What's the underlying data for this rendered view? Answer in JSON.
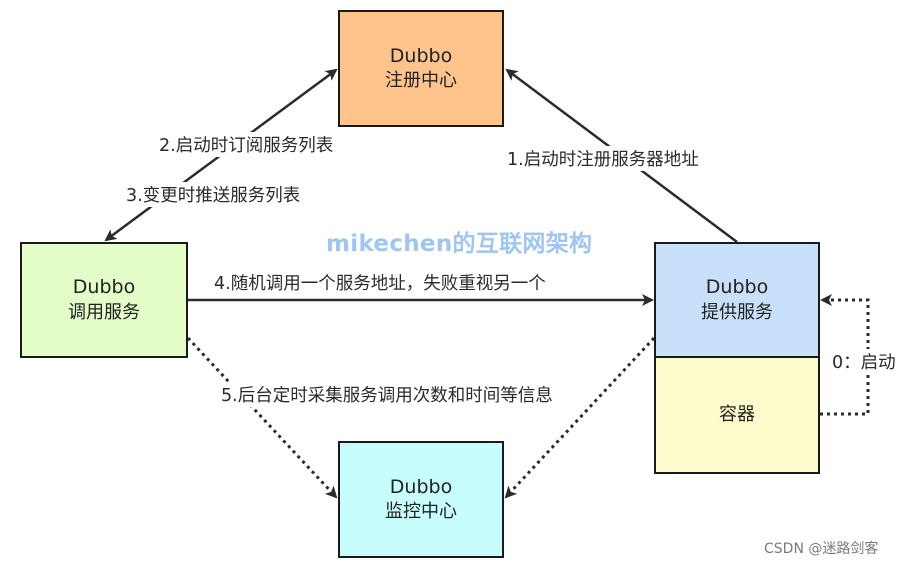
{
  "nodes": {
    "registry": {
      "title": "Dubbo",
      "subtitle": "注册中心",
      "color": "#ffc38c"
    },
    "consumer": {
      "title": "Dubbo",
      "subtitle": "调用服务",
      "color": "#e4fcc8"
    },
    "provider": {
      "title": "Dubbo",
      "subtitle": "提供服务",
      "color": "#c8e0fa"
    },
    "container": {
      "title": "容器",
      "color": "#fbfbcb"
    },
    "monitor": {
      "title": "Dubbo",
      "subtitle": "监控中心",
      "color": "#c8fdfe"
    }
  },
  "edges": [
    {
      "id": "register",
      "from": "provider",
      "to": "registry",
      "style": "solid",
      "label": "1.启动时注册服务器地址"
    },
    {
      "id": "subscribe",
      "from": "consumer",
      "to": "registry",
      "style": "solid",
      "bidirectional": true,
      "label": "2.启动时订阅服务列表"
    },
    {
      "id": "notify",
      "from": "registry",
      "to": "consumer",
      "style": "solid",
      "label": "3.变更时推送服务列表"
    },
    {
      "id": "invoke",
      "from": "consumer",
      "to": "provider",
      "style": "solid",
      "label": "4.随机调用一个服务地址，失败重视另一个"
    },
    {
      "id": "count-consumer",
      "from": "consumer",
      "to": "monitor",
      "style": "dotted",
      "label": "5.后台定时采集服务调用次数和时间等信息"
    },
    {
      "id": "count-provider",
      "from": "provider",
      "to": "monitor",
      "style": "dotted"
    },
    {
      "id": "start",
      "from": "container",
      "to": "provider",
      "style": "dotted",
      "label": "0：启动"
    }
  ],
  "watermark": "mikechen的互联网架构",
  "credit": "CSDN @迷路剑客"
}
